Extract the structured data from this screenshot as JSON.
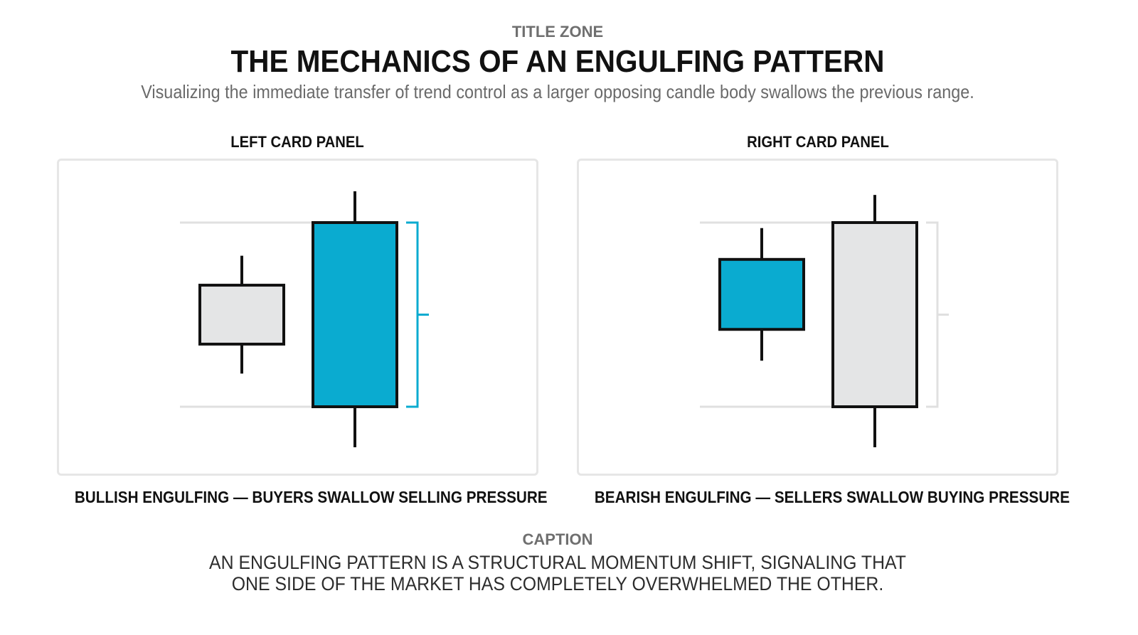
{
  "header": {
    "zone_label": "TITLE ZONE",
    "title": "THE MECHANICS OF AN ENGULFING PATTERN",
    "subtitle": "Visualizing the immediate transfer of trend control as a larger opposing candle body swallows the previous range."
  },
  "colors": {
    "accent": "#0aabd0",
    "neutral_fill": "#e4e5e6",
    "outline": "#111111",
    "guide": "#e0e0e0"
  },
  "left_panel": {
    "label": "LEFT CARD PANEL",
    "caption": "BULLISH ENGULFING — BUYERS SWALLOW SELLING PRESSURE",
    "candles": [
      {
        "name": "prior-bearish-candle",
        "color": "neutral",
        "body_top": 0.34,
        "body_bottom": 0.66,
        "wick_top": 0.18,
        "wick_bottom": 0.82
      },
      {
        "name": "engulfing-bullish-candle",
        "color": "accent",
        "body_top": 0.0,
        "body_bottom": 1.0,
        "wick_top": -0.17,
        "wick_bottom": 1.22
      }
    ],
    "bracket": "accent"
  },
  "right_panel": {
    "label": "RIGHT CARD PANEL",
    "caption": "BEARISH ENGULFING — SELLERS SWALLOW BUYING PRESSURE",
    "candles": [
      {
        "name": "prior-bullish-candle",
        "color": "accent",
        "body_top": 0.2,
        "body_bottom": 0.58,
        "wick_top": 0.03,
        "wick_bottom": 0.75
      },
      {
        "name": "engulfing-bearish-candle",
        "color": "neutral",
        "body_top": 0.0,
        "body_bottom": 1.0,
        "wick_top": -0.15,
        "wick_bottom": 1.22
      }
    ],
    "bracket": "guide"
  },
  "caption": {
    "label": "CAPTION",
    "lines": [
      "AN ENGULFING PATTERN IS A STRUCTURAL MOMENTUM SHIFT, SIGNALING THAT",
      "ONE SIDE OF THE MARKET HAS COMPLETELY OVERWHELMED THE OTHER."
    ]
  }
}
